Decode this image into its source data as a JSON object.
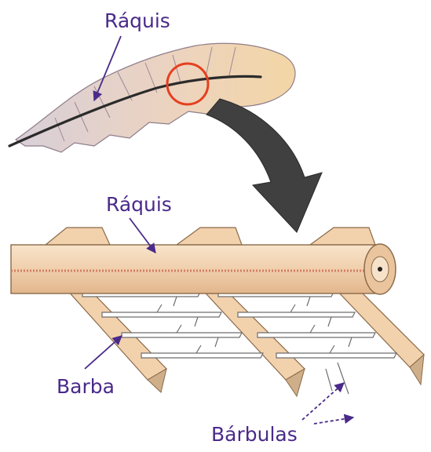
{
  "labels": {
    "rachis_top": "Ráquis",
    "rachis_detail": "Ráquis",
    "barb": "Barba",
    "barbules": "Bárbulas"
  },
  "colors": {
    "label_text": "#4a2a8a",
    "pointer": "#4a2a8a",
    "feather_tip": "#f2d3a2",
    "feather_base": "#ddd0d8",
    "shaft": "#2b2b2b",
    "highlight_circle": "#e5401f",
    "zoom_arrow": "#404040",
    "rachis_fill": "#f3d6b4",
    "rachis_stripe": "#d47d64",
    "barb_fill": "#f2d2ad",
    "barb_edge": "#8a6a4a"
  },
  "icons": {
    "zoom": "curved-arrow-icon",
    "highlight": "circle-highlight-icon"
  }
}
